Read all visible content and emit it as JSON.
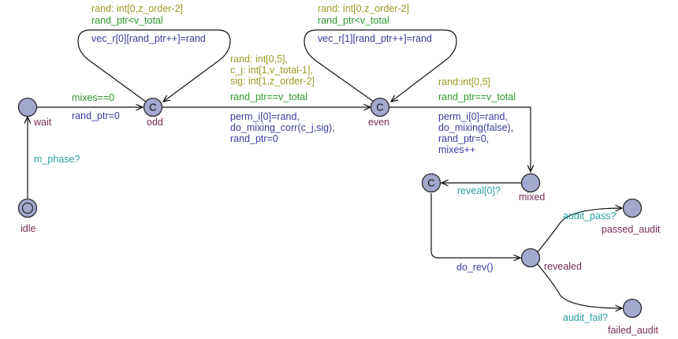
{
  "colors": {
    "location_fill": "#a3a8cf",
    "location_name": "#7a2a55",
    "guard": "#2e9a2e",
    "select": "#9a9a22",
    "update": "#3a3aa0",
    "sync": "#2aa0a0"
  },
  "committed_marker": "C",
  "locations": {
    "wait": "wait",
    "odd": "odd",
    "even": "even",
    "idle": "idle",
    "mixed": "mixed",
    "revealed": "revealed",
    "passed_audit": "passed_audit",
    "failed_audit": "failed_audit"
  },
  "edges": {
    "wait_odd": {
      "guard": "mixes==0",
      "update": "rand_ptr=0"
    },
    "odd_loop": {
      "select": "rand: int[0,z_order-2]",
      "guard": "rand_ptr<v_total",
      "update": "vec_r[0][rand_ptr++]=rand"
    },
    "even_loop": {
      "select": "rand: int[0,z_order-2]",
      "guard": "rand_ptr<v_total",
      "update": "vec_r[1][rand_ptr++]=rand"
    },
    "odd_even": {
      "select": [
        "rand: int[0,5],",
        "c_j: int[1,v_total-1],",
        "sig: int[1,z_order-2]"
      ],
      "guard": "rand_ptr==v_total",
      "update": [
        "perm_i[0]=rand,",
        "do_mixing_corr(c_j,sig),",
        "rand_ptr=0"
      ]
    },
    "even_mixed": {
      "select": "rand:int[0,5]",
      "guard": "rand_ptr==v_total",
      "update": [
        "perm_i[0]=rand,",
        "do_mixing(false),",
        "rand_ptr=0,",
        "mixes++"
      ]
    },
    "idle_wait": {
      "sync": "m_phase?"
    },
    "mixed_c": {
      "sync": "reveal[0]?"
    },
    "c_revealed": {
      "update": "do_rev()"
    },
    "revealed_passed": {
      "sync": "audit_pass?"
    },
    "revealed_failed": {
      "sync": "audit_fail?"
    }
  }
}
